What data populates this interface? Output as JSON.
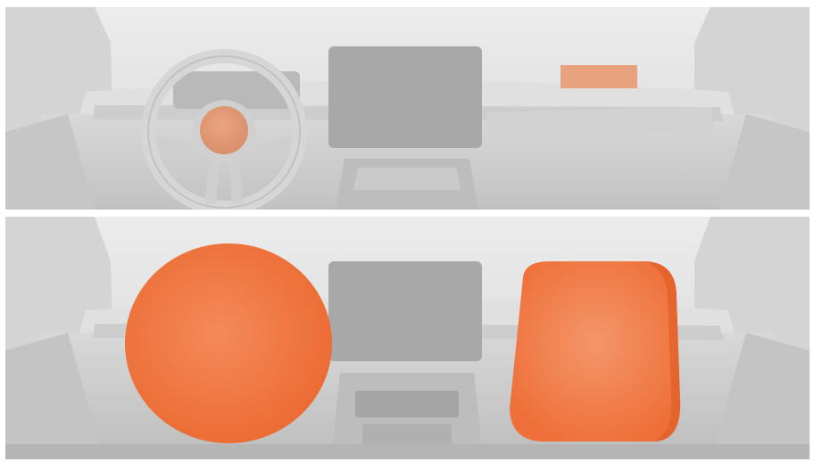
{
  "figure": {
    "panels": [
      {
        "state": "airbags-stowed",
        "airbags": [
          "driver-airbag-cover",
          "passenger-airbag-cover"
        ]
      },
      {
        "state": "airbags-deployed",
        "airbags": [
          "driver-airbag",
          "passenger-airbag"
        ]
      }
    ],
    "colors": {
      "background": "#ffffff",
      "interior_light": "#e4e4e4",
      "interior_mid": "#cfcfcf",
      "interior_dark": "#9a9a9a",
      "screen": "#a8a8a8",
      "airbag_cover": "#e9a27e",
      "airbag_deployed": "#f06b35",
      "airbag_highlight": "#f4966a"
    }
  }
}
